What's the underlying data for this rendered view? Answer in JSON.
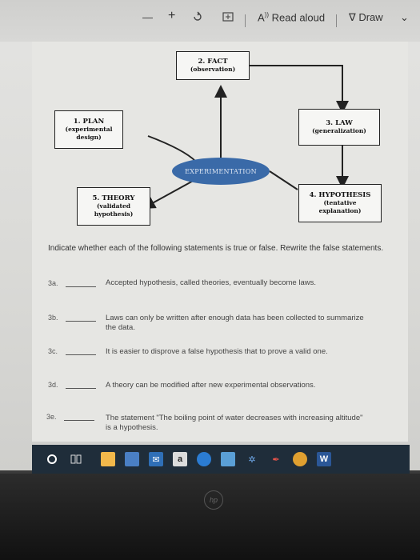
{
  "toolbar": {
    "minus": "—",
    "plus": "+",
    "read_aloud_prefix": "A",
    "read_aloud": "Read aloud",
    "draw": "Draw",
    "icons": [
      "zoom-out-icon",
      "zoom-in-icon",
      "rotate-icon",
      "fit-page-icon",
      "read-aloud-icon",
      "draw-icon",
      "chevron-down-icon"
    ]
  },
  "diagram": {
    "center": "EXPERIMENTATION",
    "fact": {
      "title": "2. FACT",
      "sub": "(observation)"
    },
    "plan": {
      "title": "1. PLAN",
      "sub1": "(experimental",
      "sub2": "design)"
    },
    "law": {
      "title": "3. LAW",
      "sub": "(generalization)"
    },
    "theory": {
      "title": "5. THEORY",
      "sub1": "(validated",
      "sub2": "hypothesis)"
    },
    "hypothesis": {
      "title": "4. HYPOTHESIS",
      "sub1": "(tentative",
      "sub2": "explanation)"
    }
  },
  "instructions": "Indicate whether each of the following statements is true or false. Rewrite the false statements.",
  "questions": [
    {
      "label": "3a.",
      "text": "Accepted hypothesis, called theories, eventually become laws."
    },
    {
      "label": "3b.",
      "text": "Laws can only be written after enough data has been collected to summarize the data."
    },
    {
      "label": "3c.",
      "text": "It is easier to disprove a false hypothesis that to prove a valid one."
    },
    {
      "label": "3d.",
      "text": "A theory can be modified after new experimental observations."
    },
    {
      "label": "3e.",
      "text": "The statement \"The boiling point of water decreases with increasing altitude\" is a hypothesis."
    }
  ],
  "taskbar": {
    "icons": [
      "start-icon",
      "task-view-icon",
      "file-explorer-icon",
      "store-icon",
      "mail-icon",
      "amazon-icon",
      "edge-icon",
      "photos-icon",
      "dropbox-icon",
      "feather-icon",
      "chrome-icon",
      "word-icon"
    ],
    "amazon_letter": "a",
    "word_letter": "W"
  },
  "brand": "hp",
  "colors": {
    "ellipse": "#3a6aa8",
    "taskbar": "#1f2d3a"
  }
}
